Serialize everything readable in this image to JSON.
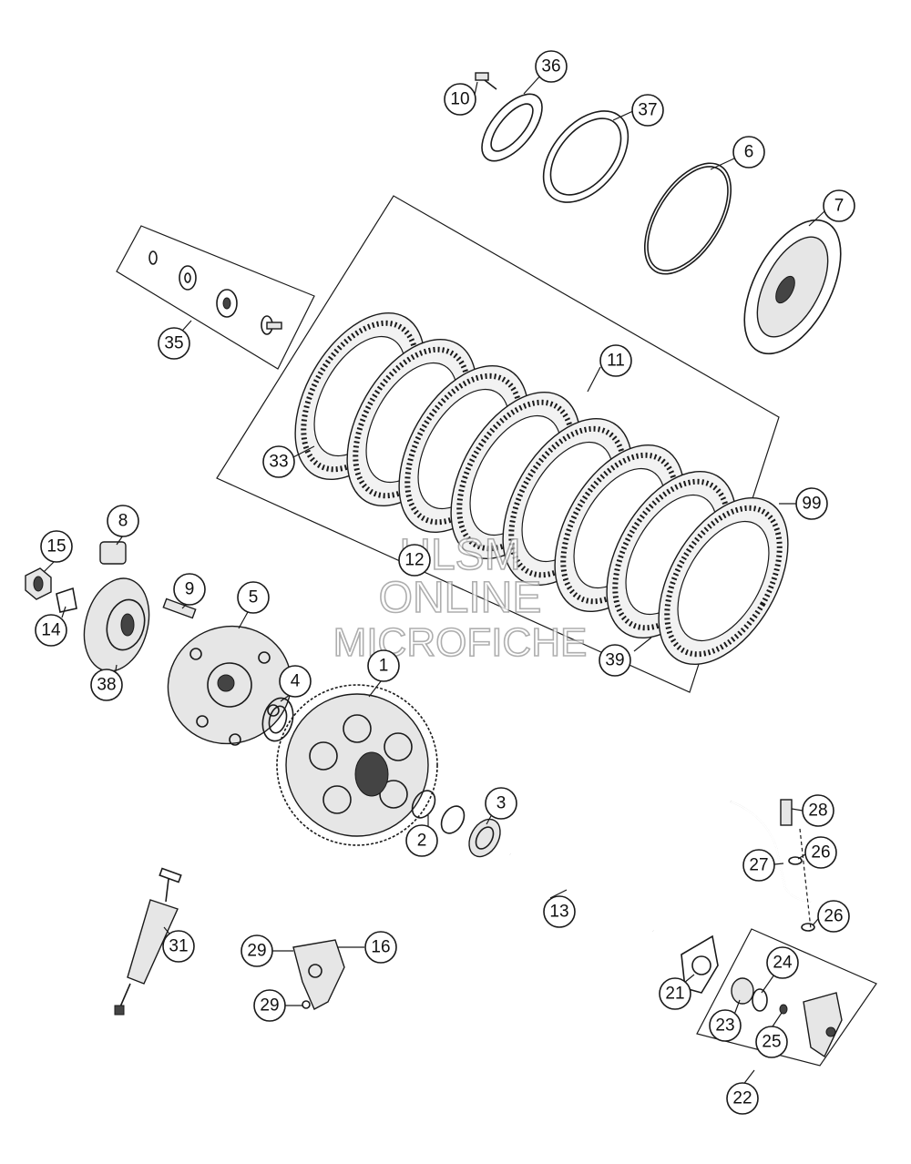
{
  "watermark": {
    "line1": "HLSM",
    "line2": "ONLINE",
    "line3": "MICROFICHE"
  },
  "callouts": [
    "1",
    "2",
    "3",
    "4",
    "5",
    "6",
    "7",
    "8",
    "9",
    "10",
    "11",
    "12",
    "13",
    "14",
    "15",
    "16",
    "21",
    "22",
    "23",
    "24",
    "25",
    "26",
    "26",
    "27",
    "28",
    "29",
    "29",
    "31",
    "33",
    "35",
    "36",
    "37",
    "38",
    "39",
    "99"
  ],
  "colors": {
    "line": "#1a1a1a",
    "background": "#ffffff",
    "watermark": "#9a9a9a"
  }
}
